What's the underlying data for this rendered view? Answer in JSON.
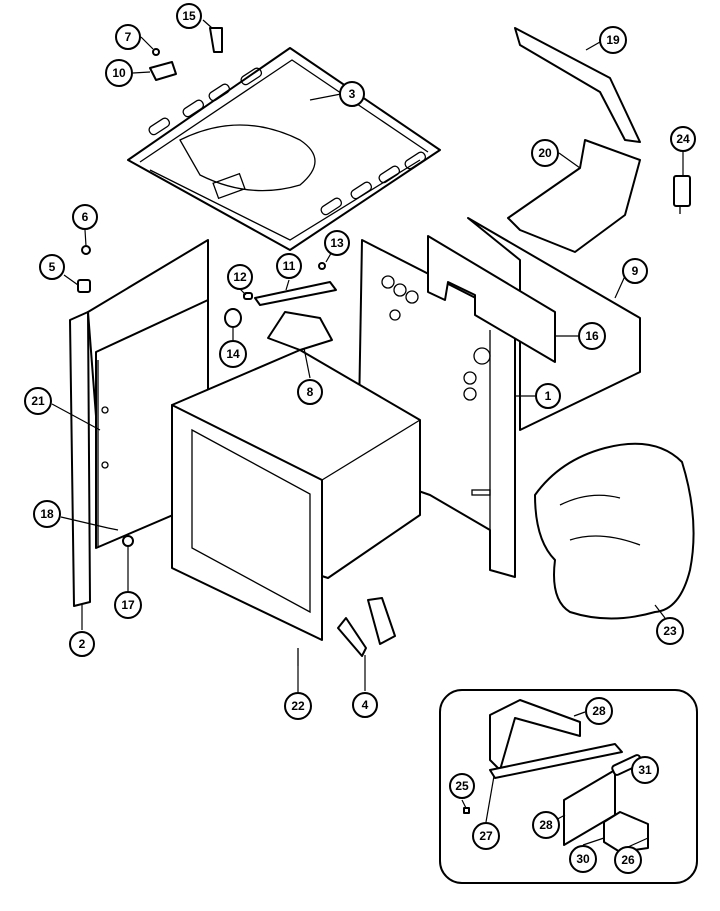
{
  "callouts": [
    {
      "id": "c1",
      "label": "1"
    },
    {
      "id": "c2",
      "label": "2"
    },
    {
      "id": "c3",
      "label": "3"
    },
    {
      "id": "c4",
      "label": "4"
    },
    {
      "id": "c5",
      "label": "5"
    },
    {
      "id": "c6",
      "label": "6"
    },
    {
      "id": "c7",
      "label": "7"
    },
    {
      "id": "c8",
      "label": "8"
    },
    {
      "id": "c9",
      "label": "9"
    },
    {
      "id": "c10",
      "label": "10"
    },
    {
      "id": "c11",
      "label": "11"
    },
    {
      "id": "c12",
      "label": "12"
    },
    {
      "id": "c13",
      "label": "13"
    },
    {
      "id": "c14",
      "label": "14"
    },
    {
      "id": "c15",
      "label": "15"
    },
    {
      "id": "c16",
      "label": "16"
    },
    {
      "id": "c17",
      "label": "17"
    },
    {
      "id": "c18",
      "label": "18"
    },
    {
      "id": "c19",
      "label": "19"
    },
    {
      "id": "c20",
      "label": "20"
    },
    {
      "id": "c21",
      "label": "21"
    },
    {
      "id": "c22",
      "label": "22"
    },
    {
      "id": "c23",
      "label": "23"
    },
    {
      "id": "c24",
      "label": "24"
    },
    {
      "id": "c25",
      "label": "25"
    },
    {
      "id": "c26",
      "label": "26"
    },
    {
      "id": "c27",
      "label": "27"
    },
    {
      "id": "c28a",
      "label": "28"
    },
    {
      "id": "c28b",
      "label": "28"
    },
    {
      "id": "c30",
      "label": "30"
    },
    {
      "id": "c31",
      "label": "31"
    }
  ],
  "colors": {
    "line": "#000000",
    "background": "#ffffff"
  }
}
